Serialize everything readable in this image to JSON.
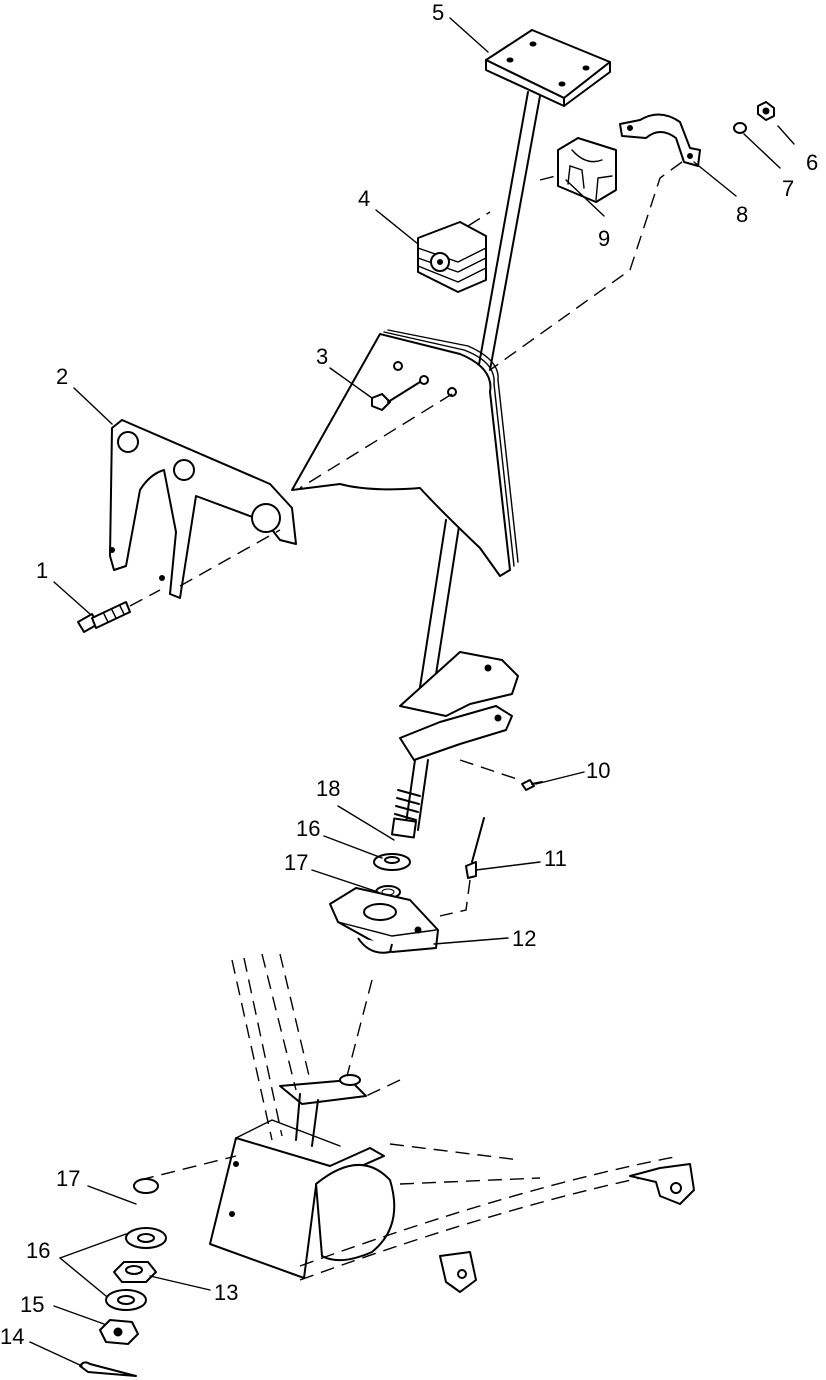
{
  "callouts": [
    {
      "id": "c1",
      "label": "1"
    },
    {
      "id": "c2",
      "label": "2"
    },
    {
      "id": "c3",
      "label": "3"
    },
    {
      "id": "c4",
      "label": "4"
    },
    {
      "id": "c5",
      "label": "5"
    },
    {
      "id": "c6",
      "label": "6"
    },
    {
      "id": "c7",
      "label": "7"
    },
    {
      "id": "c8",
      "label": "8"
    },
    {
      "id": "c9",
      "label": "9"
    },
    {
      "id": "c10",
      "label": "10"
    },
    {
      "id": "c11",
      "label": "11"
    },
    {
      "id": "c12",
      "label": "12"
    },
    {
      "id": "c13",
      "label": "13"
    },
    {
      "id": "c14",
      "label": "14"
    },
    {
      "id": "c15",
      "label": "15"
    },
    {
      "id": "c16a",
      "label": "16"
    },
    {
      "id": "c16b",
      "label": "16"
    },
    {
      "id": "c17a",
      "label": "17"
    },
    {
      "id": "c17b",
      "label": "17"
    },
    {
      "id": "c18",
      "label": "18"
    }
  ]
}
